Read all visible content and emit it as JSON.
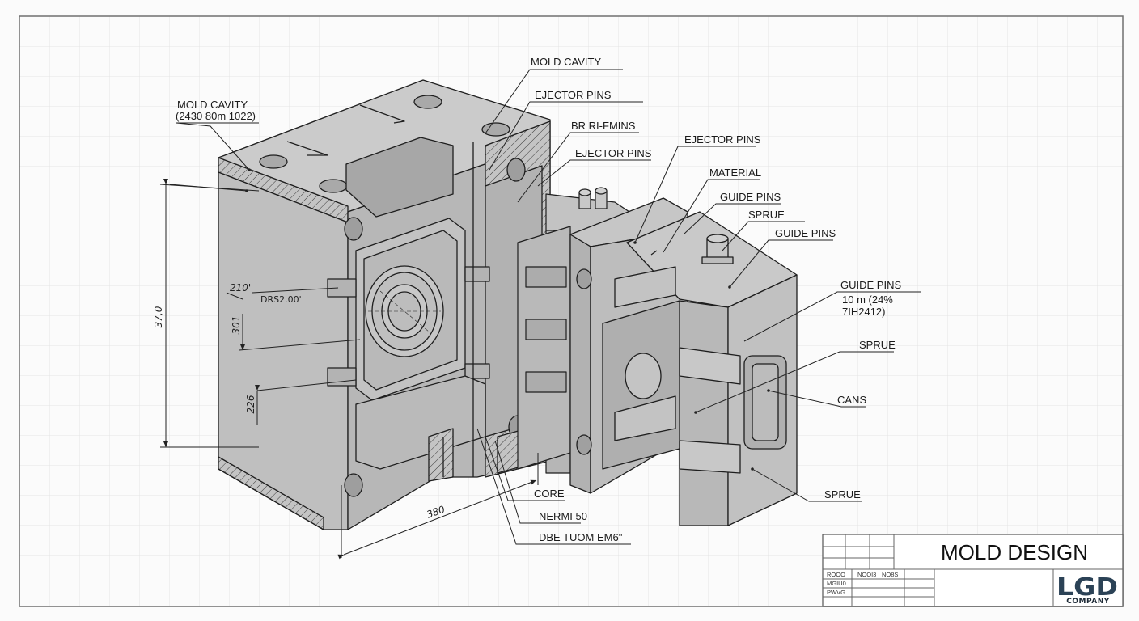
{
  "drawing": {
    "title": "MOLD DESIGN",
    "company": {
      "logo_text": "LGD",
      "name": "COMPANY",
      "logo_color": "#2b4256"
    },
    "colors": {
      "paper": "#fbfbfb",
      "grid": "#e4e4e4",
      "frame": "#707070",
      "body_fill": "#bdbdbd",
      "body_face_light": "#c9c9c9",
      "body_face_dark": "#a9a9a9",
      "line": "#1e1e1e"
    },
    "callouts": [
      {
        "id": "mold-cavity-left",
        "lines": [
          "MOLD CAVITY",
          "(2430 80m 1022)"
        ]
      },
      {
        "id": "mold-cavity-top",
        "lines": [
          "MOLD CAVITY"
        ]
      },
      {
        "id": "ejector-pins-1",
        "lines": [
          "EJECTOR PINS"
        ]
      },
      {
        "id": "br-ri-fmins",
        "lines": [
          "BR RI-FMINS"
        ]
      },
      {
        "id": "ejector-pins-2",
        "lines": [
          "EJECTOR PINS"
        ]
      },
      {
        "id": "ejector-pins-3",
        "lines": [
          "EJECTOR PINS"
        ]
      },
      {
        "id": "material",
        "lines": [
          "MATERIAL"
        ]
      },
      {
        "id": "guide-pins-1",
        "lines": [
          "GUIDE PINS"
        ]
      },
      {
        "id": "sprue-1",
        "lines": [
          "SPRUE"
        ]
      },
      {
        "id": "guide-pins-2",
        "lines": [
          "GUIDE PINS"
        ]
      },
      {
        "id": "guide-pins-3",
        "lines": [
          "GUIDE PINS",
          "10 m (24%",
          "7IH2412)"
        ]
      },
      {
        "id": "sprue-2",
        "lines": [
          "SPRUE"
        ]
      },
      {
        "id": "cans",
        "lines": [
          "CANS"
        ]
      },
      {
        "id": "sprue-3",
        "lines": [
          "SPRUE"
        ]
      },
      {
        "id": "core",
        "lines": [
          "CORE"
        ]
      },
      {
        "id": "nermi",
        "lines": [
          "NERMI 50"
        ]
      },
      {
        "id": "dbe",
        "lines": [
          "DBE TUOM EM6\""
        ]
      }
    ],
    "dimensions": {
      "height_overall": "37,0",
      "angle": "210'",
      "angle_note": "DRS2.00'",
      "inner_1": "301",
      "inner_2": "226",
      "width_overall": "380"
    },
    "title_block": {
      "row_labels": [
        "ROOO",
        "MGIU0",
        "PWVG"
      ],
      "header_cells": [
        "NOOI3",
        "NO8S"
      ]
    }
  }
}
